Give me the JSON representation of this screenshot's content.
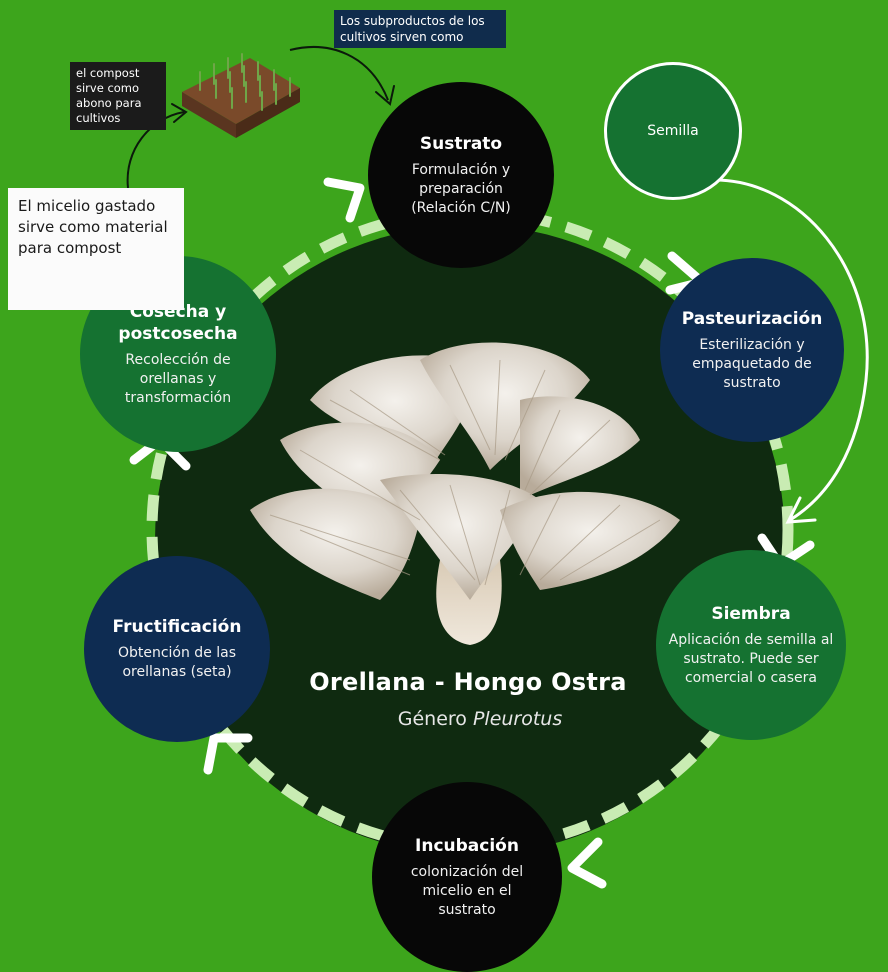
{
  "center": {
    "title": "Orellana - Hongo Ostra",
    "subtitle_prefix": "Género ",
    "subtitle_italic": "Pleurotus"
  },
  "stages": {
    "sustrato": {
      "title": "Sustrato",
      "desc": "Formulación y preparación (Relación C/N)"
    },
    "pasteurizacion": {
      "title": "Pasteurización",
      "desc": "Esterilización y empaquetado de sustrato"
    },
    "siembra": {
      "title": "Siembra",
      "desc": "Aplicación de semilla al sustrato. Puede ser comercial o casera"
    },
    "incubacion": {
      "title": "Incubación",
      "desc": "colonización del micelio en el sustrato"
    },
    "fructificacion": {
      "title": "Fructificación",
      "desc": "Obtención de las orellanas (seta)"
    },
    "cosecha": {
      "title": "Cosecha y postcosecha",
      "desc": "Recolección de orellanas y transformación"
    }
  },
  "notes": {
    "semilla": "Semilla",
    "subproductos": "Los subproductos de los cultivos sirven como",
    "compost_abono": "el compost sirve como abono para cultivos",
    "micelio_gastado": "El micelio gastado sirve como material para compost"
  },
  "colors": {
    "background": "#3da51c",
    "center_disc": "#0f2a10",
    "node_black": "#070707",
    "node_navy": "#0e2c52",
    "node_green": "#157231",
    "dash": "#c9ecb3"
  }
}
